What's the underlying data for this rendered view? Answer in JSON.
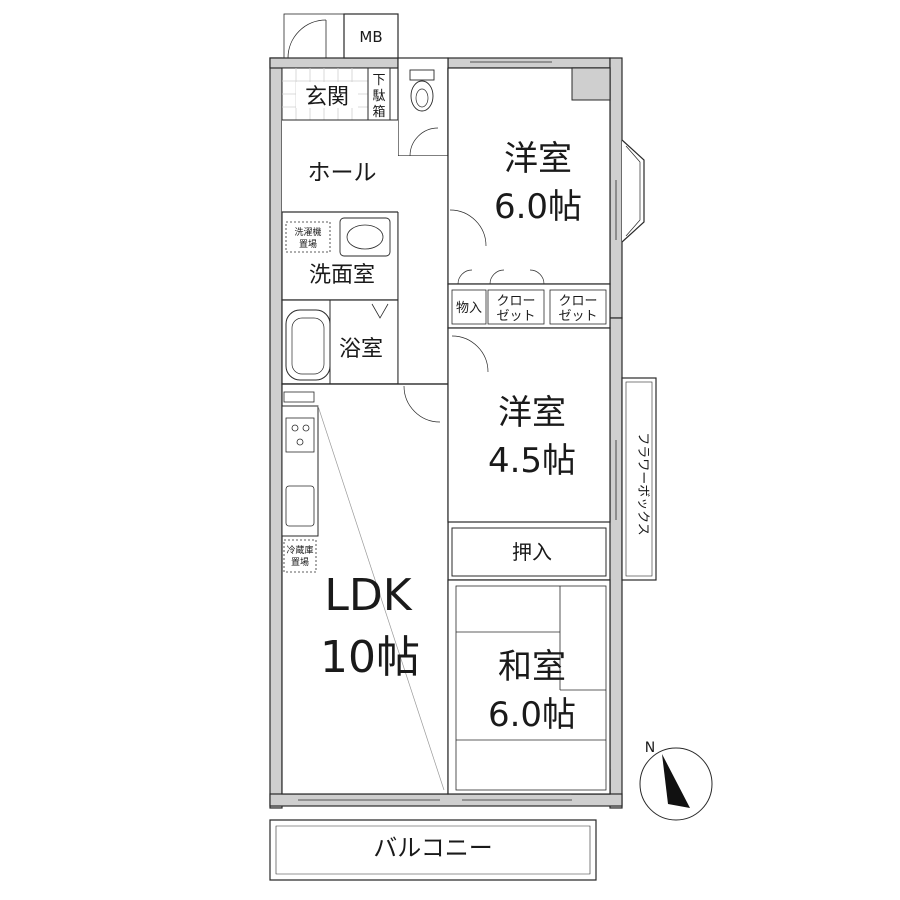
{
  "rooms": {
    "mb": "MB",
    "genkan": "玄関",
    "getabako": [
      "下",
      "駄",
      "箱"
    ],
    "hall": "ホール",
    "washer": [
      "洗濯機",
      "置場"
    ],
    "senmen": "洗面室",
    "bath": "浴室",
    "fridge": [
      "冷蔵庫",
      "置場"
    ],
    "ldk_name": "LDK",
    "ldk_size": "10帖",
    "western1_name": "洋室",
    "western1_size": "6.0帖",
    "monoire": "物入",
    "closet1": [
      "クロー",
      "ゼット"
    ],
    "closet2": [
      "クロー",
      "ゼット"
    ],
    "western2_name": "洋室",
    "western2_size": "4.5帖",
    "flowerbox": "フラワーボックス",
    "oshiire": "押入",
    "washitsu_name": "和室",
    "washitsu_size": "6.0帖",
    "balcony": "バルコニー"
  },
  "compass": {
    "label": "N"
  },
  "colors": {
    "wall": "#c8c8c8",
    "line": "#2a2a2a",
    "hatch": "#9a9a9a"
  }
}
